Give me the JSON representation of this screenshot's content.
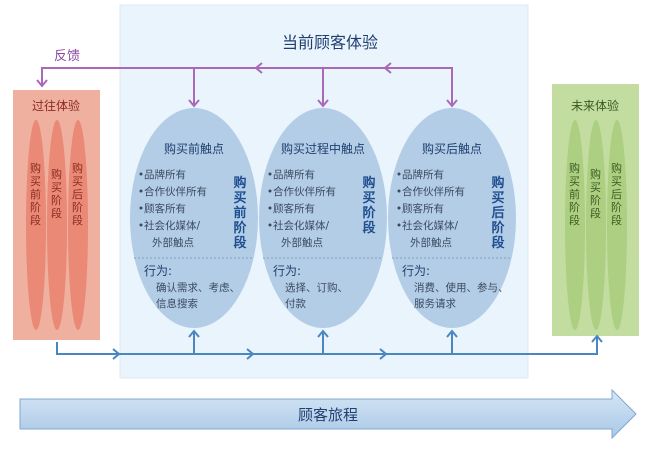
{
  "center_title": "当前顾客体验",
  "feedback_label": "反馈",
  "past": {
    "title": "过往体验",
    "stages": [
      "购买前阶段",
      "购买阶段",
      "购买后阶段"
    ]
  },
  "future": {
    "title": "未来体验",
    "stages": [
      "购买前阶段",
      "购买阶段",
      "购买后阶段"
    ]
  },
  "touchpoints": [
    {
      "title": "购买前触点",
      "items": [
        "品牌所有",
        "合作伙伴所有",
        "顾客所有",
        "社会化媒体/",
        "外部触点"
      ],
      "stage": "购买前阶段",
      "behavior_label": "行为:",
      "behavior": [
        "确认需求、考虑、",
        "信息搜索"
      ]
    },
    {
      "title": "购买过程中触点",
      "items": [
        "品牌所有",
        "合作伙伴所有",
        "顾客所有",
        "社会化媒体/",
        "外部触点"
      ],
      "stage": "购买阶段",
      "behavior_label": "行为:",
      "behavior": [
        "选择、订购、",
        "付款"
      ]
    },
    {
      "title": "购买后触点",
      "items": [
        "品牌所有",
        "合作伙伴所有",
        "顾客所有",
        "社会化媒体/",
        "外部触点"
      ],
      "stage": "购买后阶段",
      "behavior_label": "行为:",
      "behavior": [
        "消费、使用、参与、",
        "服务请求"
      ]
    }
  ],
  "journey_label": "顾客旅程",
  "colors": {
    "purple": "#a968b8",
    "blue_line": "#4a86c0",
    "ellipse": "#b3cde6",
    "past": "#f0b09f",
    "future": "#c3dda0",
    "dark_text": "#1f3f70"
  }
}
